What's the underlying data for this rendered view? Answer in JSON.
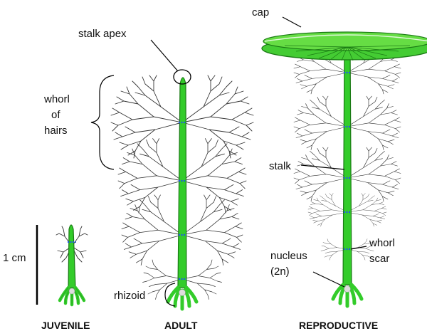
{
  "labels": {
    "cap": "cap",
    "stalk_apex": "stalk apex",
    "whorl_of_hairs_1": "whorl",
    "whorl_of_hairs_2": "of",
    "whorl_of_hairs_3": "hairs",
    "stalk": "stalk",
    "whorl_scar_1": "whorl",
    "whorl_scar_2": "scar",
    "nucleus_1": "nucleus",
    "nucleus_2": "(2n)",
    "rhizoid": "rhizoid",
    "scale": "1 cm"
  },
  "stages": {
    "juvenile": "JUVENILE",
    "adult": "ADULT",
    "reproductive": "REPRODUCTIVE"
  },
  "colors": {
    "stalk_green": "#33cc2a",
    "stalk_dark": "#1a7a14",
    "scar_blue": "#2255ee",
    "branch_gray": "#333333"
  }
}
